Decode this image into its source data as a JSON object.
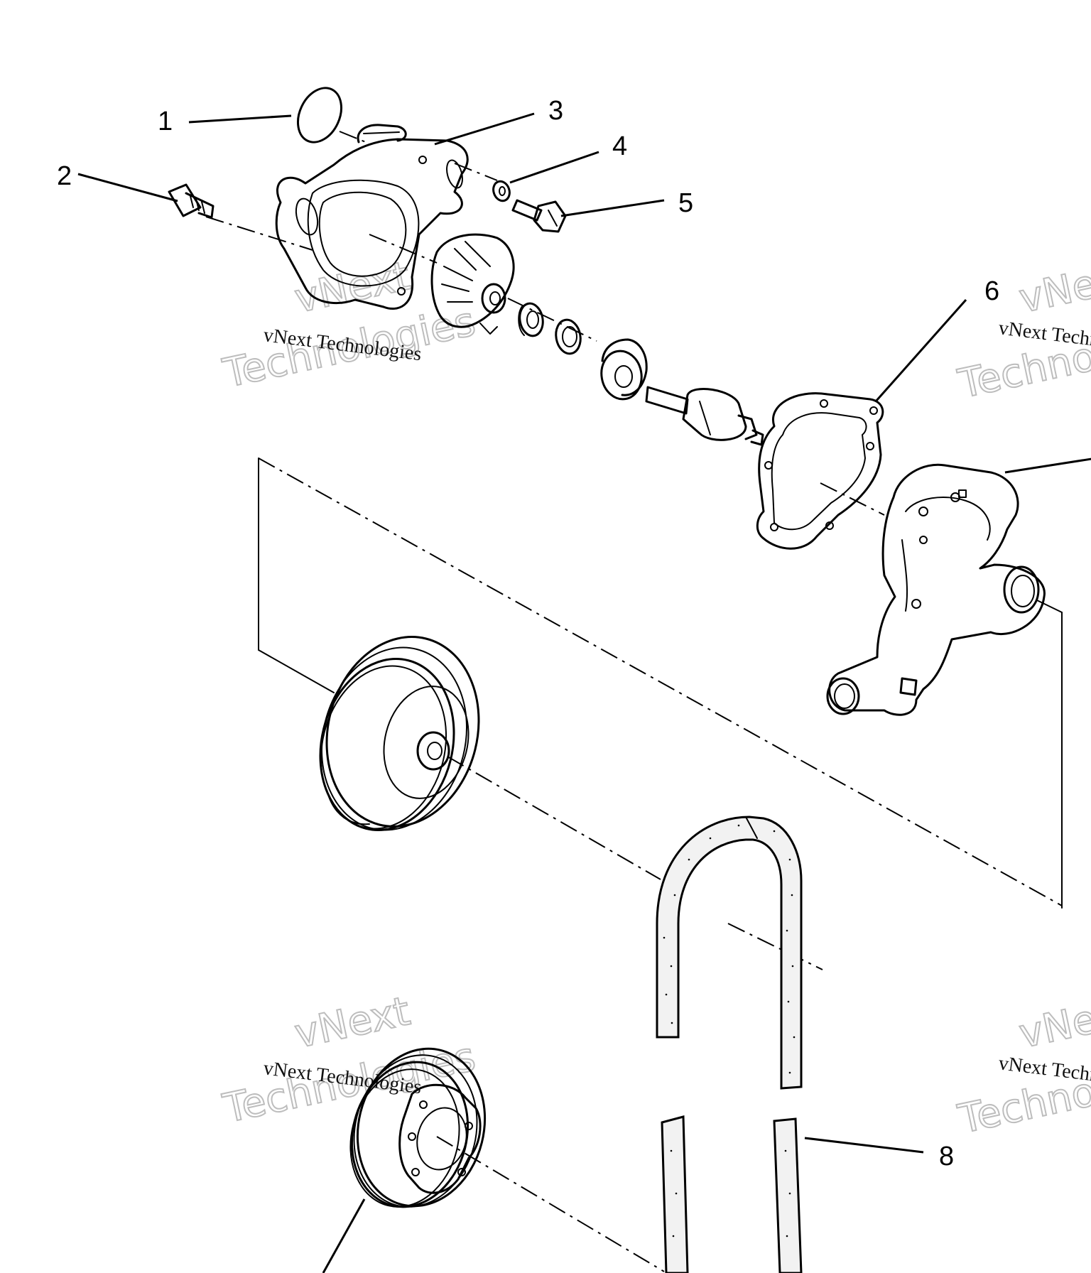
{
  "diagram": {
    "callouts": [
      "1",
      "2",
      "3",
      "4",
      "5",
      "6",
      "8"
    ],
    "watermark": {
      "brand_line": "vNext Technologies",
      "big_line_1": "vNext",
      "big_line_2": "Technologies"
    }
  }
}
